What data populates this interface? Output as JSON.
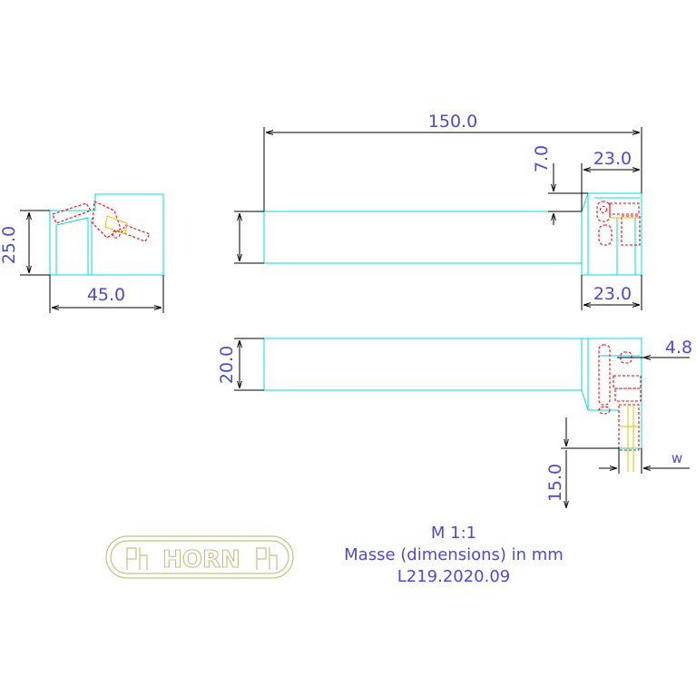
{
  "dimensions": {
    "overall_length": "150.0",
    "head_offset": "7.0",
    "head_length_top": "23.0",
    "head_length_bottom": "23.0",
    "shank_height": "25.0",
    "end_view_width": "45.0",
    "shank_width": "20.0",
    "insert_offset": "4.8",
    "cut_depth": "15.0",
    "width_symbol": "w"
  },
  "notes": {
    "scale": "M 1:1",
    "units": "Masse (dimensions) in mm",
    "part_number": "L219.2020.09"
  },
  "logo": {
    "brand": "HORN"
  },
  "colors": {
    "part_outline": "#00d8e8",
    "dimension_line": "#000000",
    "dimension_text": "#4a4ae0",
    "insert_hidden": "#ff0000",
    "logo": "#c8c080"
  }
}
